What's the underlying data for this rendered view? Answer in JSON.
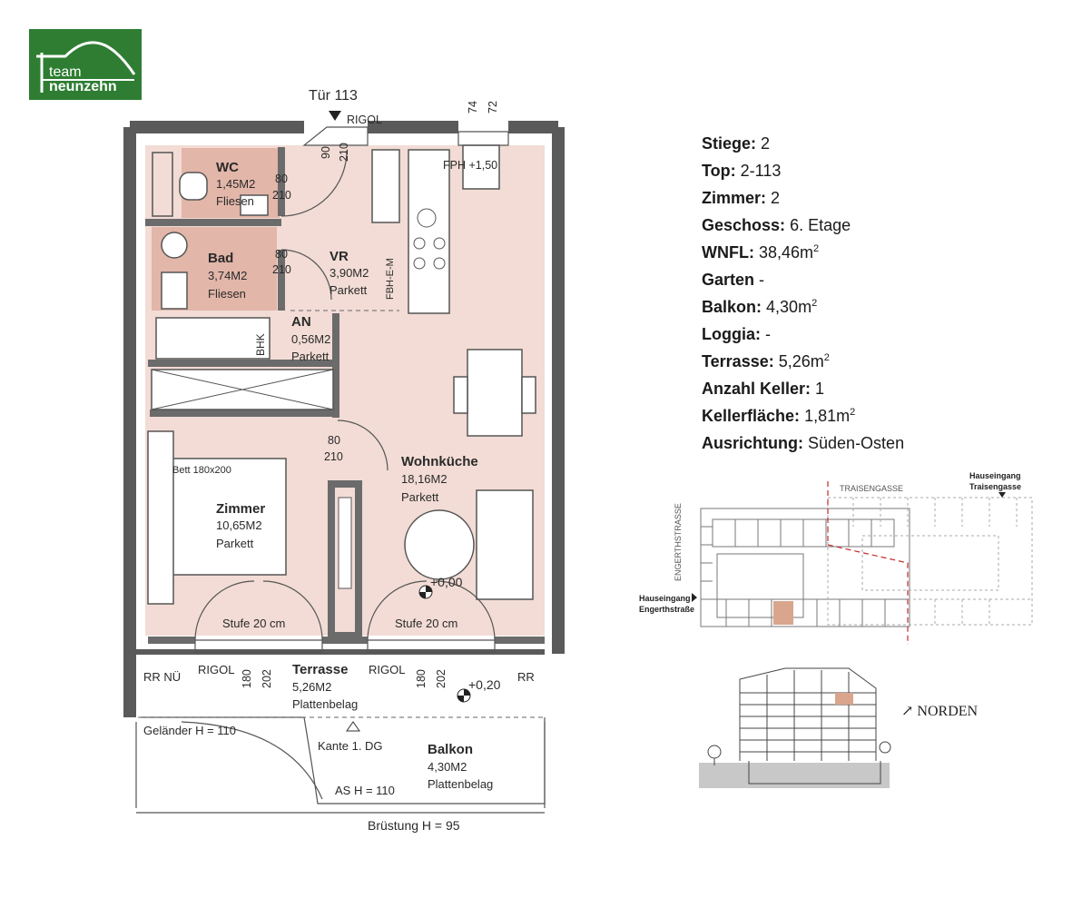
{
  "logo": {
    "line1": "team",
    "line2": "neunzehn",
    "color": "#2e7d32"
  },
  "plan": {
    "door_label": "Tür 113",
    "rigol_top": "RIGOL",
    "dim_74": "74",
    "dim_72": "72",
    "dim_90": "90",
    "dim_210_top": "210",
    "fph": "FPH +1,50",
    "fbh": "FBH-E-M",
    "bhk": "BHK",
    "wc": {
      "name": "WC",
      "area": "1,45M2",
      "floor": "Fliesen",
      "dw": "80",
      "dh": "210"
    },
    "bad": {
      "name": "Bad",
      "area": "3,74M2",
      "floor": "Fliesen",
      "dw": "80",
      "dh": "210"
    },
    "vr": {
      "name": "VR",
      "area": "3,90M2",
      "floor": "Parkett"
    },
    "an": {
      "name": "AN",
      "area": "0,56M2",
      "floor": "Parkett"
    },
    "zimmer": {
      "name": "Zimmer",
      "area": "10,65M2",
      "floor": "Parkett",
      "bed": "Bett 180x200",
      "dw": "80",
      "dh": "210"
    },
    "wohnkueche": {
      "name": "Wohnküche",
      "area": "18,16M2",
      "floor": "Parkett"
    },
    "level_000": "+0,00",
    "stufe_left": "Stufe 20 cm",
    "stufe_right": "Stufe 20 cm",
    "rrnu": "RR NÜ",
    "rigol_left": "RIGOL",
    "rigol_right": "RIGOL",
    "dim_180_a": "180",
    "dim_202_a": "202",
    "dim_180_b": "180",
    "dim_202_b": "202",
    "rr": "RR",
    "terrasse": {
      "name": "Terrasse",
      "area": "5,26M2",
      "floor": "Plattenbelag"
    },
    "level_020": "+0,20",
    "gelaender": "Geländer H = 110",
    "kante": "Kante 1. DG",
    "balkon": {
      "name": "Balkon",
      "area": "4,30M2",
      "floor": "Plattenbelag"
    },
    "as_h": "AS H = 110",
    "bruestung": "Brüstung H = 95"
  },
  "info": [
    {
      "k": "Stiege:",
      "v": "2",
      "sup": ""
    },
    {
      "k": "Top:",
      "v": "2-113",
      "sup": ""
    },
    {
      "k": "Zimmer:",
      "v": "2",
      "sup": ""
    },
    {
      "k": "Geschoss:",
      "v": "6. Etage",
      "sup": ""
    },
    {
      "k": "WNFL:",
      "v": "38,46m",
      "sup": "2"
    },
    {
      "k": "Garten",
      "v": "-",
      "sup": ""
    },
    {
      "k": "Balkon:",
      "v": "4,30m",
      "sup": "2"
    },
    {
      "k": "Loggia:",
      "v": "-",
      "sup": ""
    },
    {
      "k": "Terrasse:",
      "v": "5,26m",
      "sup": "2"
    },
    {
      "k": "Anzahl Keller:",
      "v": "1",
      "sup": ""
    },
    {
      "k": "Kellerfläche:",
      "v": "1,81m",
      "sup": "2"
    },
    {
      "k": "Ausrichtung:",
      "v": "Süden-Osten",
      "sup": ""
    }
  ],
  "site": {
    "traisengasse": "TRAISENGASSE",
    "engerthstrasse": "ENGERTHSTRASSE",
    "entrance_traisen_1": "Hauseingang",
    "entrance_traisen_2": "Traisengasse",
    "entrance_enger_1": "Hauseingang",
    "entrance_enger_2": "Engerthstraße",
    "highlight_color": "#d9a58c"
  },
  "section": {
    "north": "↗ NORDEN"
  }
}
